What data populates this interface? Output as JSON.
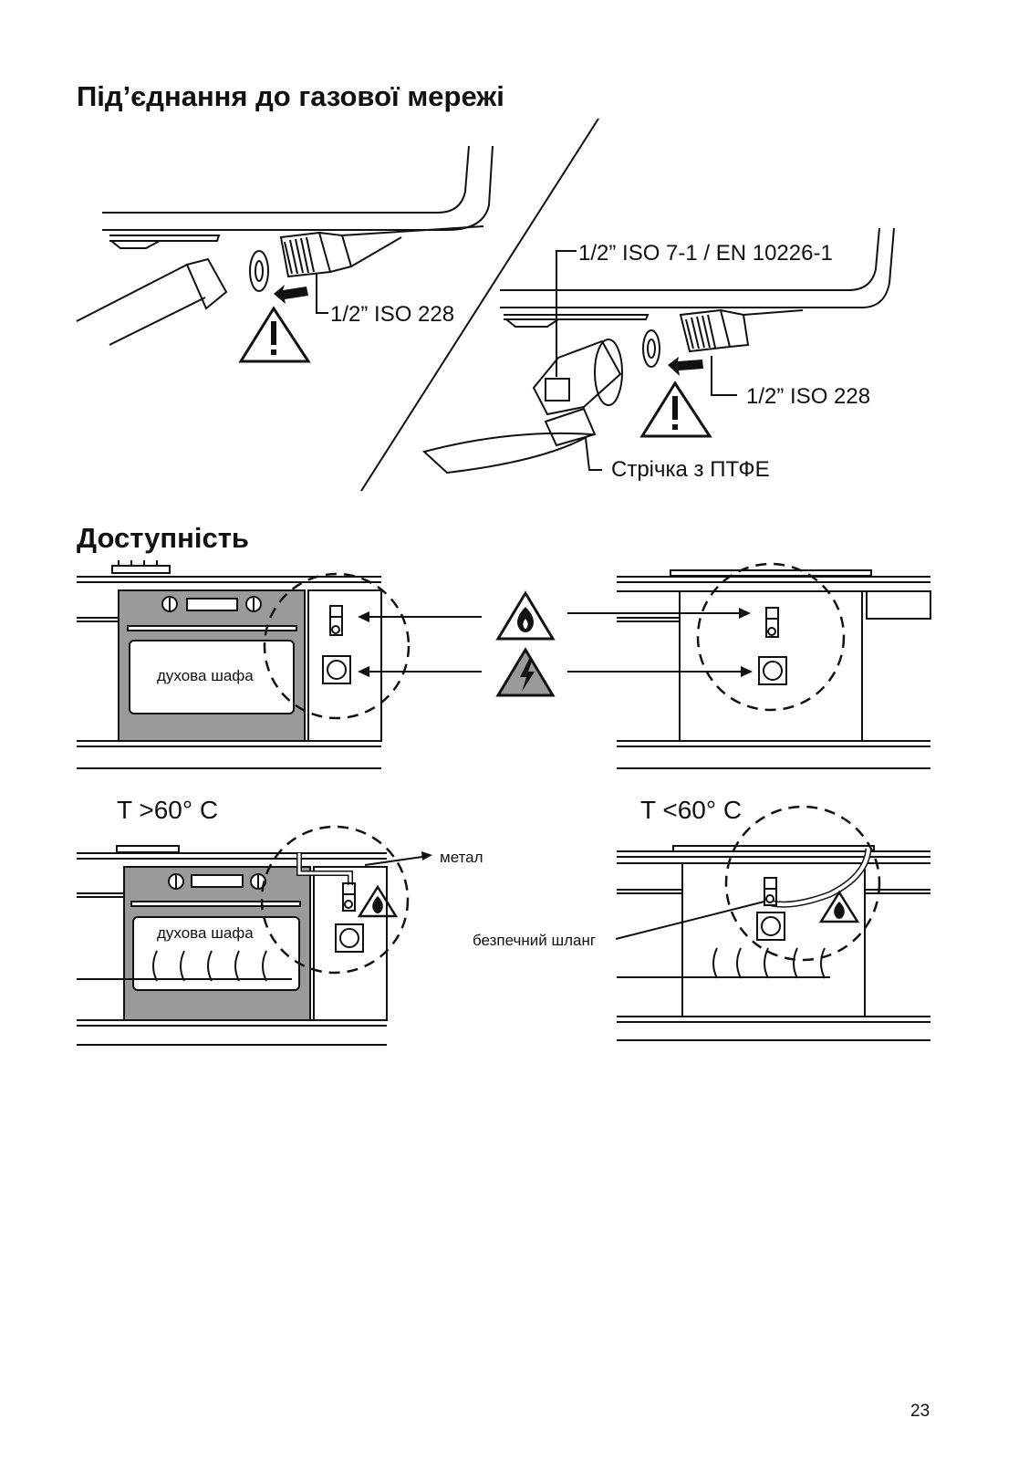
{
  "section1": {
    "title": "Під’єднання до газової мережі",
    "label_iso228_left": "1/2” ISO 228",
    "label_iso7": "1/2” ISO 7-1 / EN 10226-1",
    "label_iso228_right": "1/2” ISO 228",
    "label_ptfe": "Стрічка з ПТФЕ"
  },
  "section2": {
    "title": "Доступність",
    "oven_label_top": "духова шафа",
    "temp_high": "T >60° C",
    "temp_low": "T <60° C",
    "oven_label_bottom": "духова шафа",
    "label_metal": "метал",
    "label_safe_hose": "безпечний шланг"
  },
  "page_number": "23"
}
